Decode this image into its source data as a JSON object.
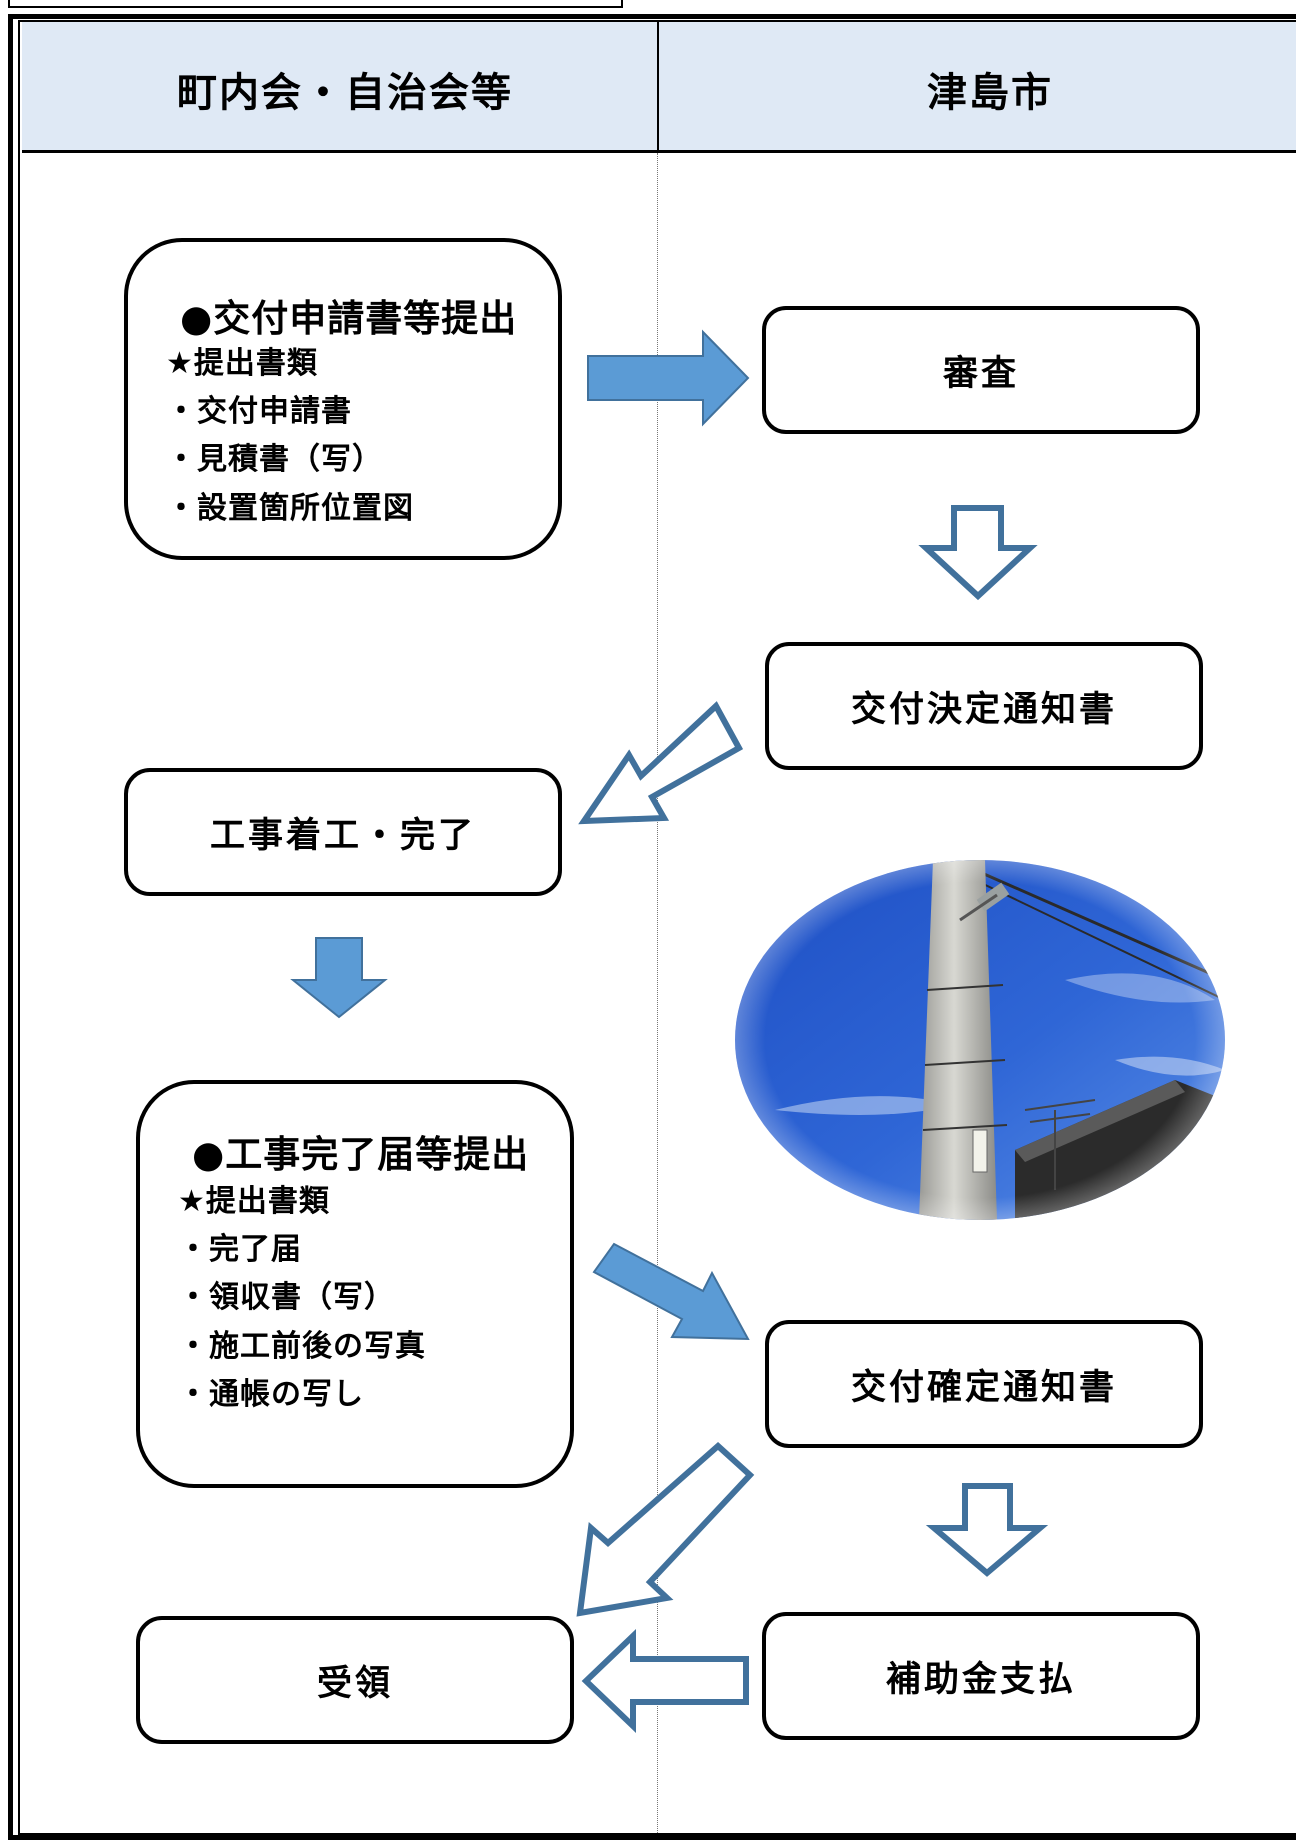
{
  "header": {
    "left_column": "町内会・自治会等",
    "right_column": "津島市"
  },
  "left": {
    "apply_box": {
      "title": "●交付申請書等提出",
      "items": [
        "★提出書類",
        "・交付申請書",
        "・見積書（写）",
        "・設置箇所位置図"
      ]
    },
    "construction_box": "工事着工・完了",
    "completion_box": {
      "title": "●工事完了届等提出",
      "items": [
        "★提出書類",
        "・完了届",
        "・領収書（写）",
        "・施工前後の写真",
        "・通帳の写し"
      ]
    },
    "receipt_box": "受領"
  },
  "right": {
    "review_box": "審査",
    "decision_box": "交付決定通知書",
    "confirm_box": "交付確定通知書",
    "payment_box": "補助金支払"
  },
  "colors": {
    "header_bg": "#dfe9f5",
    "arrow_fill": "#5b9bd5",
    "arrow_outline": "#41719c"
  },
  "photo": {
    "subject": "utility-pole-with-streetlight-photo"
  }
}
